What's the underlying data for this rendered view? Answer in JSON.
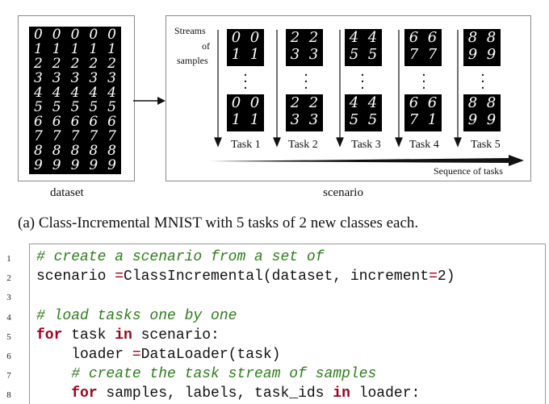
{
  "figure": {
    "dataset_label": "dataset",
    "scenario_label": "scenario",
    "streams_label_lines": [
      "Streams",
      "of",
      "samples"
    ],
    "task_labels": [
      "Task 1",
      "Task 2",
      "Task 3",
      "Task 4",
      "Task 5"
    ],
    "sequence_label": "Sequence of tasks",
    "caption": "(a) Class-Incremental MNIST with 5 tasks of 2 new classes each.",
    "dataset_digits": [
      [
        "0",
        "0",
        "0",
        "0",
        "0"
      ],
      [
        "1",
        "1",
        "1",
        "1",
        "1"
      ],
      [
        "2",
        "2",
        "2",
        "2",
        "2"
      ],
      [
        "3",
        "3",
        "3",
        "3",
        "3"
      ],
      [
        "4",
        "4",
        "4",
        "4",
        "4"
      ],
      [
        "5",
        "5",
        "5",
        "5",
        "5"
      ],
      [
        "6",
        "6",
        "6",
        "6",
        "6"
      ],
      [
        "7",
        "7",
        "7",
        "7",
        "7"
      ],
      [
        "8",
        "8",
        "8",
        "8",
        "8"
      ],
      [
        "9",
        "9",
        "9",
        "9",
        "9"
      ]
    ],
    "task_tiles": [
      {
        "top": [
          "0 0",
          "1 1"
        ],
        "bottom": [
          "0 0",
          "1 1"
        ]
      },
      {
        "top": [
          "2 2",
          "3 3"
        ],
        "bottom": [
          "2 2",
          "3 3"
        ]
      },
      {
        "top": [
          "4 4",
          "5 5"
        ],
        "bottom": [
          "4 4",
          "5 5"
        ]
      },
      {
        "top": [
          "6 6",
          "7 7"
        ],
        "bottom": [
          "6 6",
          "7 1"
        ]
      },
      {
        "top": [
          "8 8",
          "9 9"
        ],
        "bottom": [
          "8 8",
          "9 9"
        ]
      }
    ]
  },
  "code": {
    "line_numbers": [
      "1",
      "2",
      "3",
      "4",
      "5",
      "6",
      "7",
      "8"
    ],
    "lines": [
      [
        {
          "t": "# create a scenario from a set of",
          "c": "cm"
        }
      ],
      [
        {
          "t": "scenario ",
          "c": ""
        },
        {
          "t": "=",
          "c": "op"
        },
        {
          "t": "ClassIncremental(dataset, increment",
          "c": ""
        },
        {
          "t": "=",
          "c": "op"
        },
        {
          "t": "2)",
          "c": ""
        }
      ],
      [],
      [
        {
          "t": "# load tasks one by one",
          "c": "cm"
        }
      ],
      [
        {
          "t": "for",
          "c": "kw"
        },
        {
          "t": " task ",
          "c": ""
        },
        {
          "t": "in",
          "c": "kw"
        },
        {
          "t": " scenario:",
          "c": ""
        }
      ],
      [
        {
          "t": "    loader ",
          "c": ""
        },
        {
          "t": "=",
          "c": "op"
        },
        {
          "t": "DataLoader(task)",
          "c": ""
        }
      ],
      [
        {
          "t": "    ",
          "c": ""
        },
        {
          "t": "# create the task stream of samples",
          "c": "cm"
        }
      ],
      [
        {
          "t": "    ",
          "c": ""
        },
        {
          "t": "for",
          "c": "kw"
        },
        {
          "t": " samples, labels, task_ids ",
          "c": ""
        },
        {
          "t": "in",
          "c": "kw"
        },
        {
          "t": " loader:",
          "c": ""
        }
      ]
    ]
  }
}
